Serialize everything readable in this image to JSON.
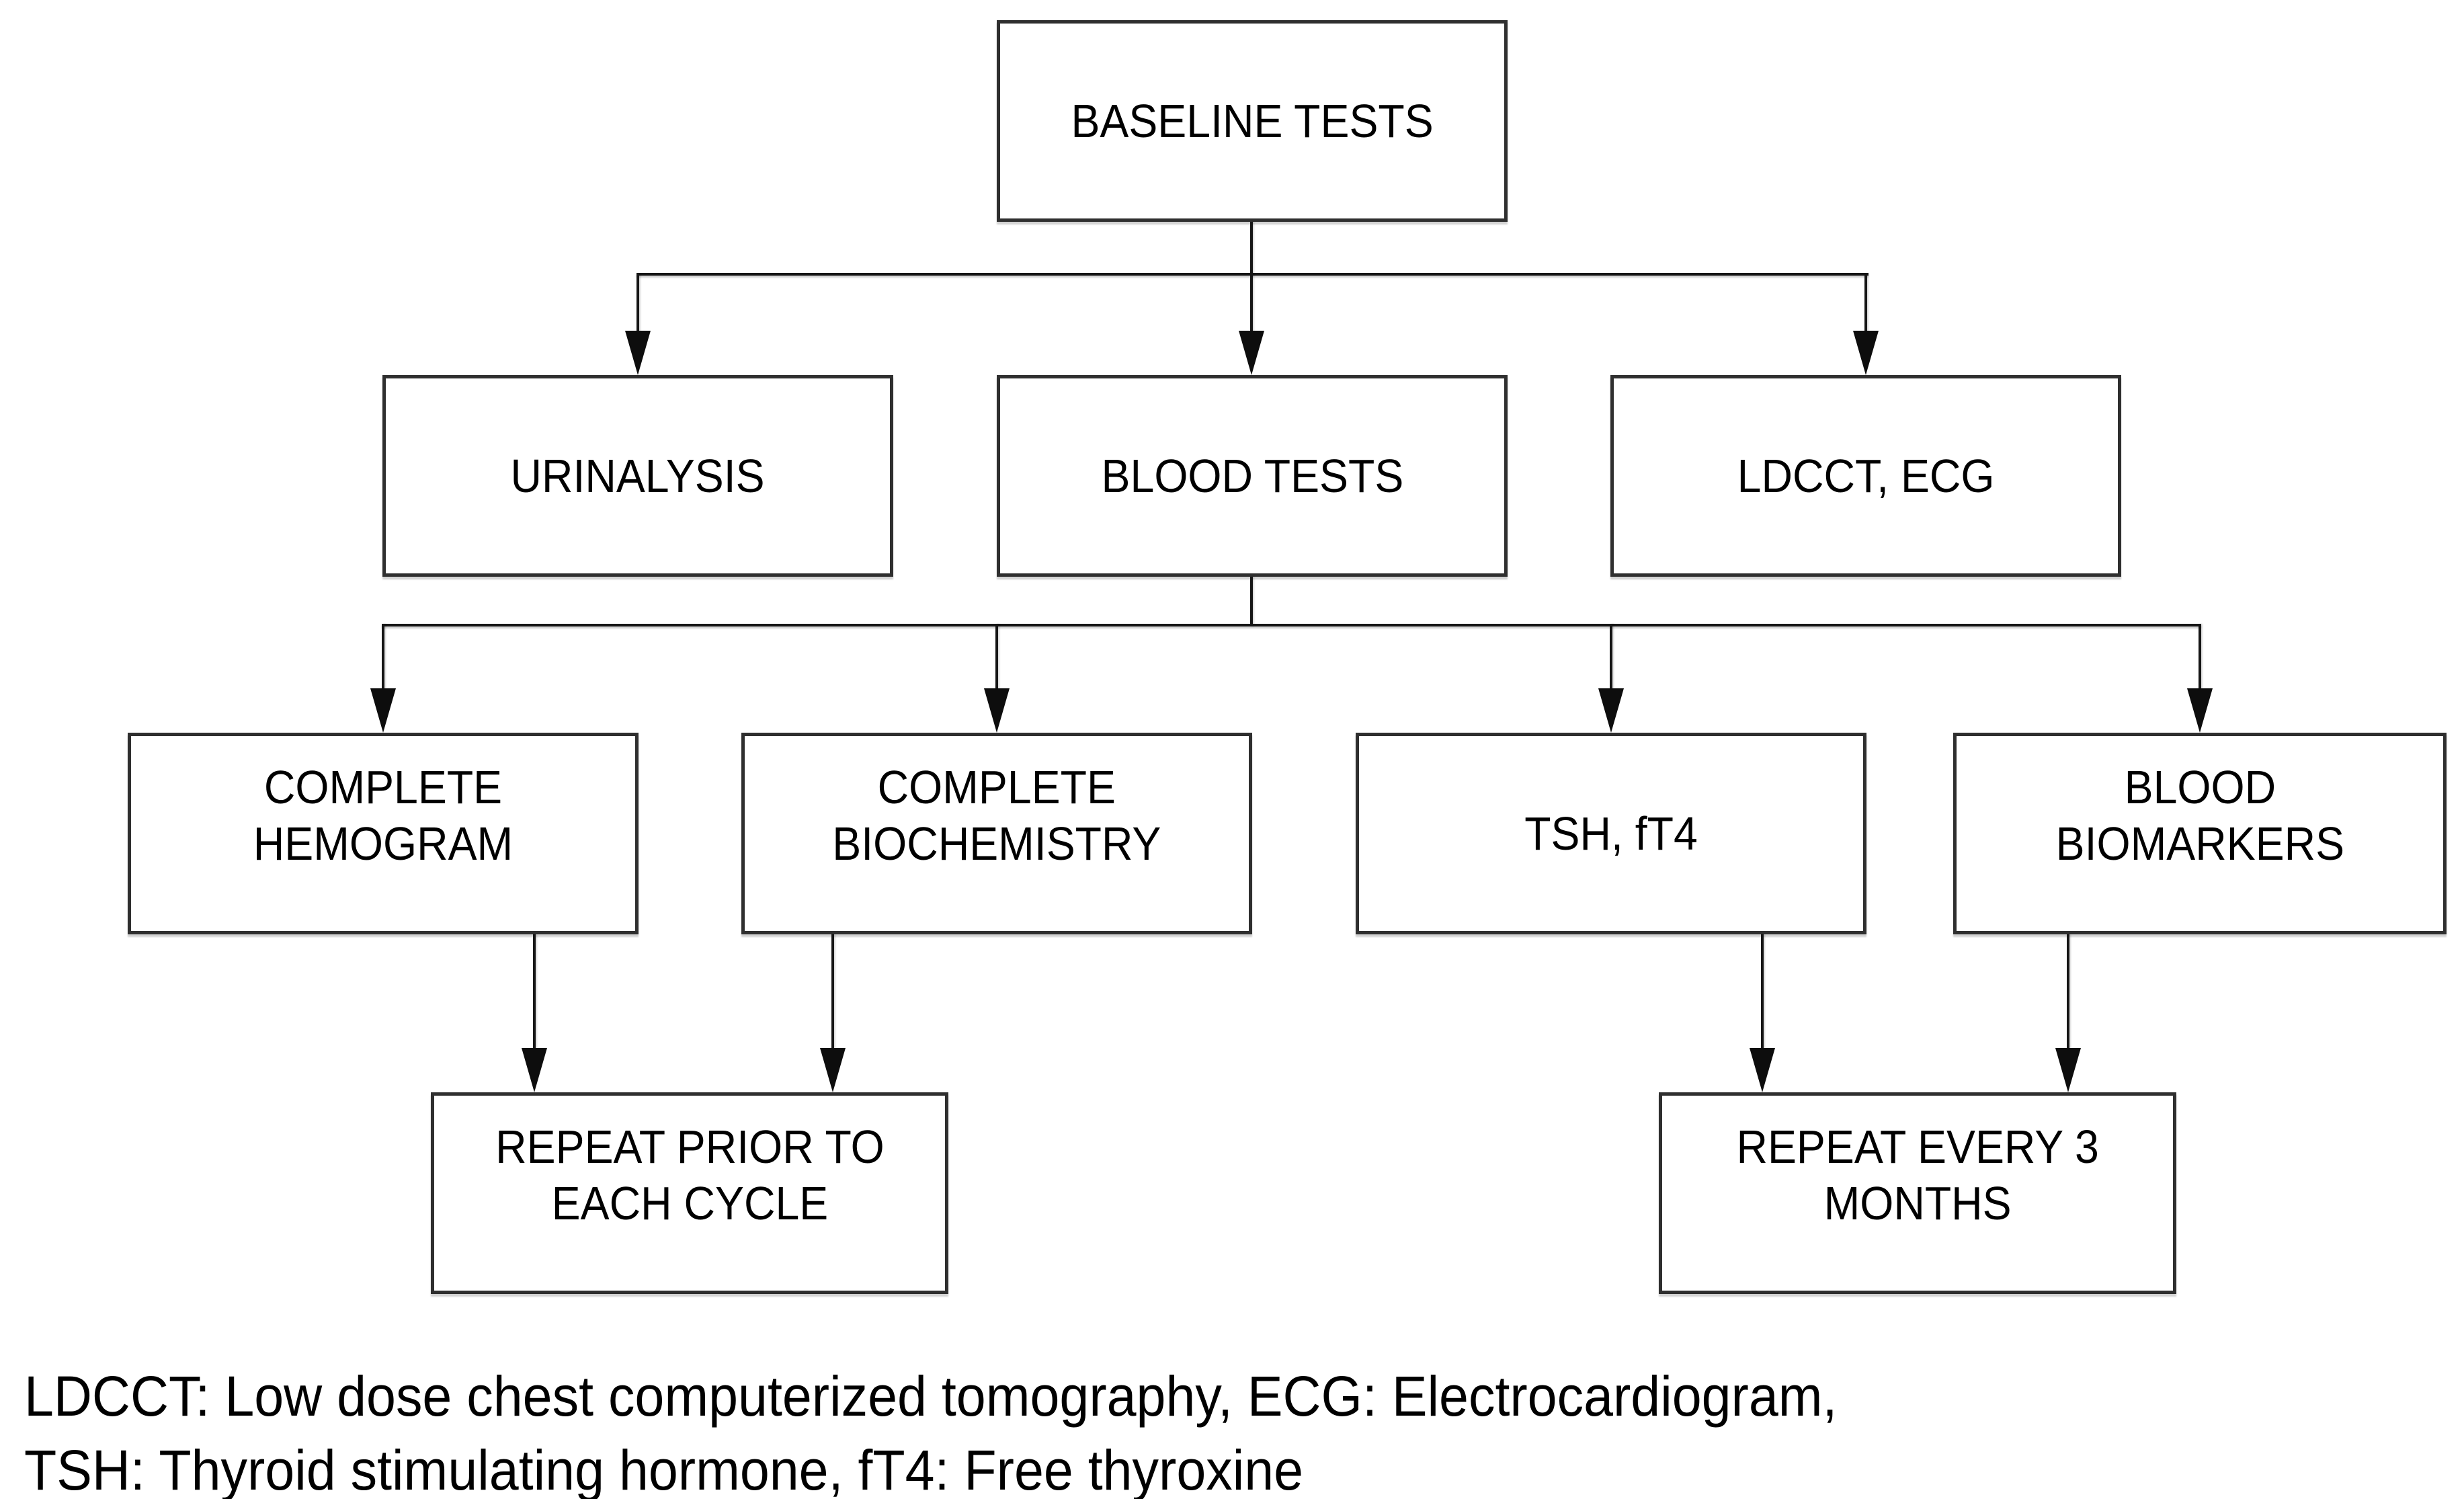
{
  "diagram": {
    "type": "flowchart",
    "nodes": {
      "baseline": {
        "label": "BASELINE TESTS"
      },
      "urinalysis": {
        "label": "URINALYSIS"
      },
      "blood_tests": {
        "label": "BLOOD TESTS"
      },
      "ldcct_ecg": {
        "label": "LDCCT, ECG"
      },
      "complete_hemogram": {
        "label": "COMPLETE\nHEMOGRAM"
      },
      "complete_biochemistry": {
        "label": "COMPLETE\nBIOCHEMISTRY"
      },
      "tsh_ft4": {
        "label": "TSH, fT4"
      },
      "blood_biomarkers": {
        "label": "BLOOD\nBIOMARKERS"
      },
      "repeat_prior": {
        "label": "REPEAT PRIOR TO\nEACH CYCLE"
      },
      "repeat_every": {
        "label": "REPEAT EVERY 3\nMONTHS"
      }
    },
    "edges": [
      {
        "from": "baseline",
        "to": "urinalysis"
      },
      {
        "from": "baseline",
        "to": "blood_tests"
      },
      {
        "from": "baseline",
        "to": "ldcct_ecg"
      },
      {
        "from": "blood_tests",
        "to": "complete_hemogram"
      },
      {
        "from": "blood_tests",
        "to": "complete_biochemistry"
      },
      {
        "from": "blood_tests",
        "to": "tsh_ft4"
      },
      {
        "from": "blood_tests",
        "to": "blood_biomarkers"
      },
      {
        "from": "complete_hemogram",
        "to": "repeat_prior"
      },
      {
        "from": "complete_biochemistry",
        "to": "repeat_prior"
      },
      {
        "from": "tsh_ft4",
        "to": "repeat_every"
      },
      {
        "from": "blood_biomarkers",
        "to": "repeat_every"
      }
    ],
    "legend": {
      "text": "LDCCT: Low dose chest computerized tomography, ECG: Electrocardiogram,\nTSH: Thyroid stimulating hormone, fT4: Free thyroxine"
    },
    "colors": {
      "background": "#ffffff",
      "box_border": "#2f2f2f",
      "line": "#161616",
      "text": "#000000"
    }
  }
}
